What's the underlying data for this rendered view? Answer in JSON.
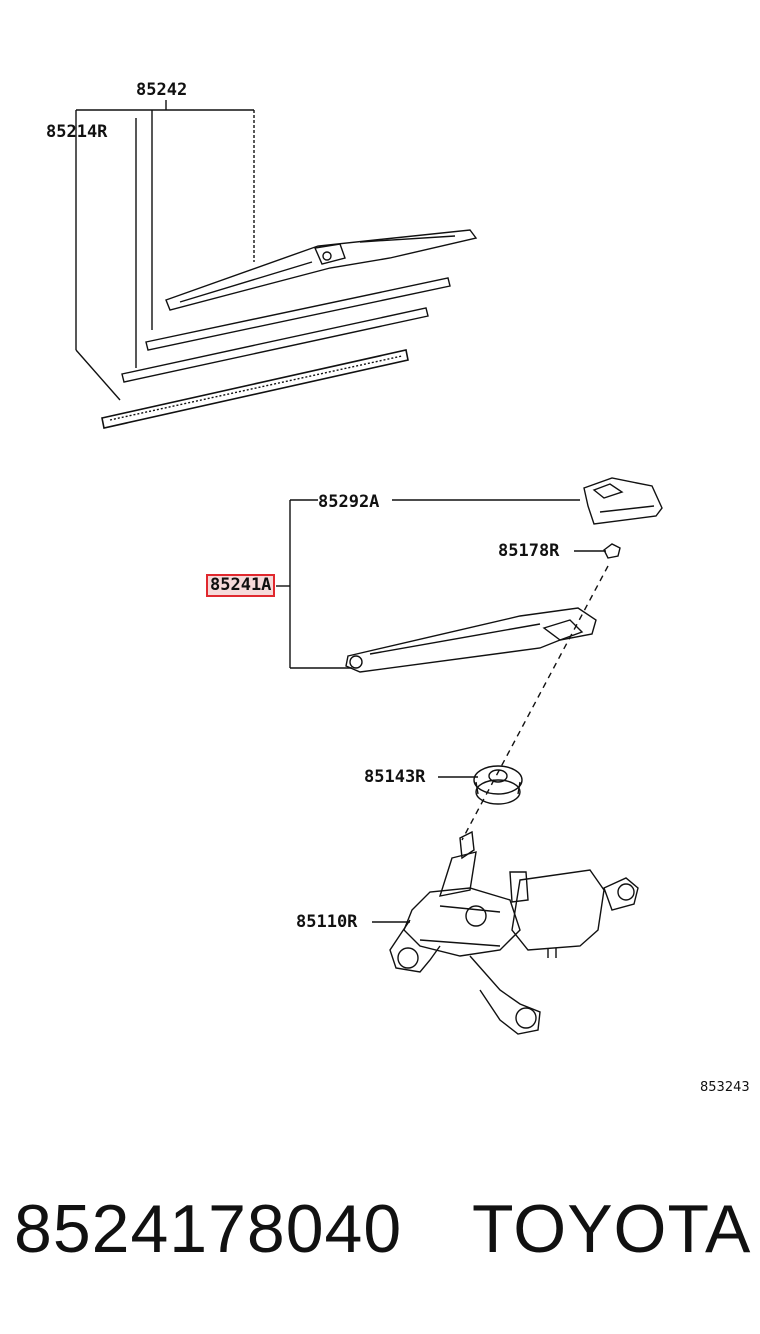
{
  "diagram": {
    "code": "853243",
    "callouts": [
      {
        "id": "c1",
        "text": "85242"
      },
      {
        "id": "c2",
        "text": "85214R"
      },
      {
        "id": "c3",
        "text": "85292A"
      },
      {
        "id": "c4",
        "text": "85178R"
      },
      {
        "id": "c5",
        "text": "85241A",
        "highlighted": true
      },
      {
        "id": "c6",
        "text": "85143R"
      },
      {
        "id": "c7",
        "text": "85110R"
      }
    ]
  },
  "footer": {
    "part_number": "8524178040",
    "brand": "TOYOTA"
  },
  "colors": {
    "highlight_border": "#e0282e",
    "highlight_fill": "#f6dada",
    "line": "#111111"
  }
}
